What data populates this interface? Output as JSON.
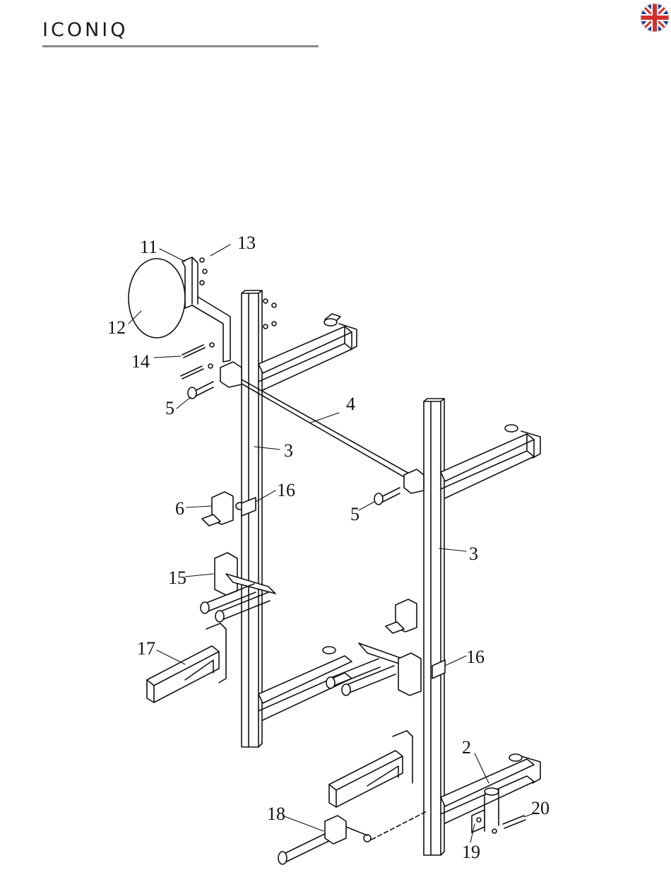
{
  "header": {
    "brand": "ICONIQ"
  },
  "icons": {
    "language_flag": "uk-flag-icon"
  },
  "diagram": {
    "callouts": {
      "c11": "11",
      "c13": "13",
      "c12": "12",
      "c14": "14",
      "c5a": "5",
      "c4": "4",
      "c3a": "3",
      "c5b": "5",
      "c6": "6",
      "c16a": "16",
      "c3b": "3",
      "c15": "15",
      "c17": "17",
      "c16b": "16",
      "c2": "2",
      "c18": "18",
      "c20": "20",
      "c19": "19"
    }
  }
}
